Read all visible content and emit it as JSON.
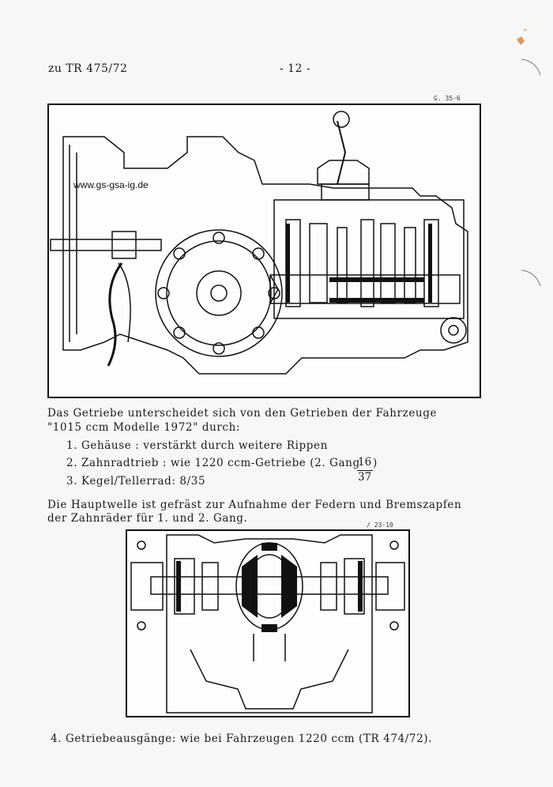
{
  "header": {
    "reference": "zu TR 475/72",
    "page_number": "- 12 -"
  },
  "figure_top": {
    "label": "G. 35-6",
    "watermark": "www.gs-gsa-ig.de"
  },
  "intro": {
    "line1": "Das Getriebe unterscheidet sich von den Getrieben der Fahrzeuge",
    "line2": "\"1015 ccm Modelle 1972\" durch:"
  },
  "list": [
    {
      "num": "1.",
      "text": "Gehäuse : verstärkt durch weitere Rippen"
    },
    {
      "num": "2.",
      "text": "Zahnradtrieb : wie 1220 ccm-Getriebe (2. Gang"
    },
    {
      "num": "3.",
      "text": "Kegel/Tellerrad:  8/35"
    }
  ],
  "fraction": {
    "numerator": "16",
    "denominator": "37"
  },
  "fraction_suffix": ")",
  "paragraph": {
    "line1": "Die Hauptwelle ist gefräst zur Aufnahme der Federn und Bremszapfen",
    "line2": "der Zahnräder für 1. und 2. Gang."
  },
  "figure_bottom": {
    "label": "/  23-10"
  },
  "item4": {
    "num": "4.",
    "text": "Getriebeausgänge: wie bei Fahrzeugen 1220 ccm (TR 474/72)."
  }
}
